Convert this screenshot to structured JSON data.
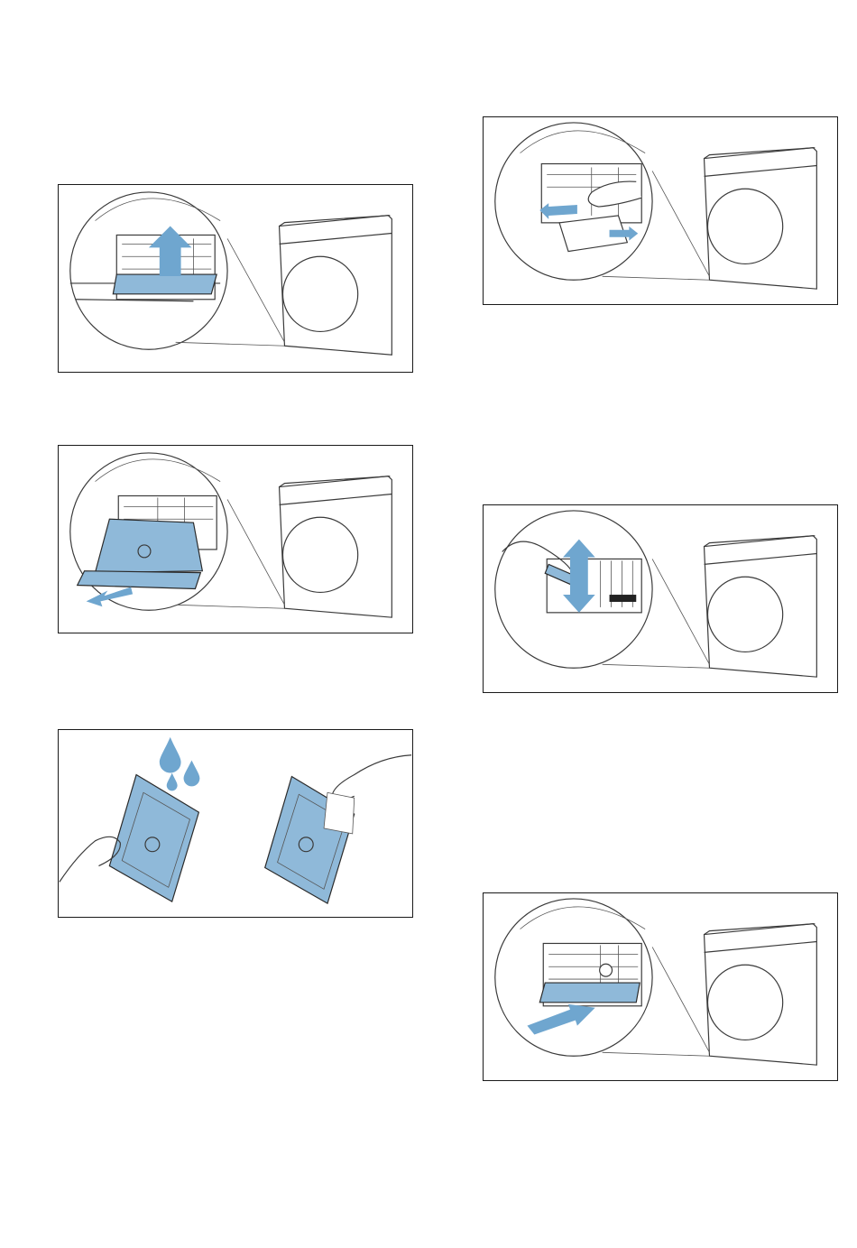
{
  "page": {
    "title": "",
    "background": "#ffffff"
  },
  "illustrations": [
    {
      "id": "step-1",
      "icon": "arrow-up-icon",
      "depicts": "open-flap"
    },
    {
      "id": "step-2",
      "icon": "arrow-out-icon",
      "depicts": "pull-out-filter"
    },
    {
      "id": "step-3",
      "icon": "water-drops-icon",
      "depicts": "rinse-and-wipe-filter"
    },
    {
      "id": "step-4",
      "icon": "double-arrow-horizontal-icon",
      "depicts": "wipe-housing-with-cloth"
    },
    {
      "id": "step-5",
      "icon": "double-arrow-vertical-icon",
      "depicts": "vacuum-housing"
    },
    {
      "id": "step-6",
      "icon": "arrow-in-icon",
      "depicts": "insert-filter"
    }
  ],
  "colors": {
    "accent_blue": "#6fa6cf",
    "part_blue": "#8fb9d9",
    "line": "#3a3a3a"
  }
}
